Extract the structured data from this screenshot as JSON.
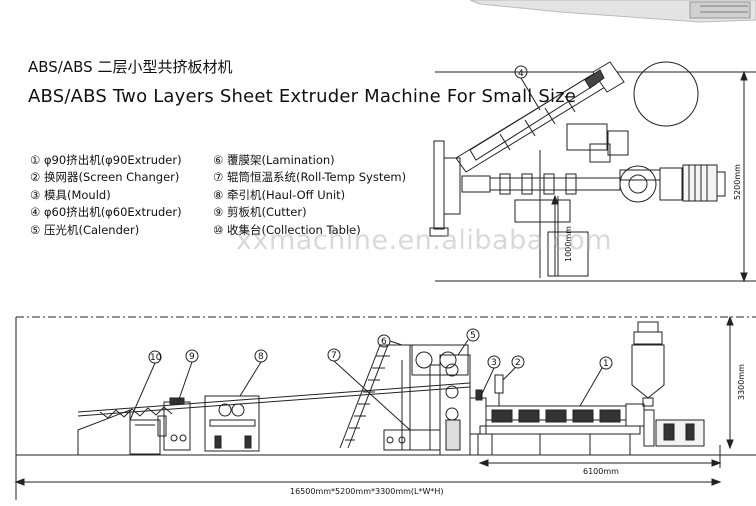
{
  "title_cn": "ABS/ABS 二层小型共挤板材机",
  "title_en": "ABS/ABS Two Layers Sheet Extruder Machine For Small Size",
  "legend": [
    {
      "mark": "①",
      "text": "φ90挤出机(φ90Extruder)"
    },
    {
      "mark": "②",
      "text": "换网器(Screen Changer)"
    },
    {
      "mark": "③",
      "text": "模具(Mould)"
    },
    {
      "mark": "④",
      "text": "φ60挤出机(φ60Extruder)"
    },
    {
      "mark": "⑤",
      "text": "压光机(Calender)"
    },
    {
      "mark": "⑥",
      "text": "覆膜架(Lamination)"
    },
    {
      "mark": "⑦",
      "text": "辊筒恒温系统(Roll-Temp System)"
    },
    {
      "mark": "⑧",
      "text": "牵引机(Haul-Off Unit)"
    },
    {
      "mark": "⑨",
      "text": "剪板机(Cutter)"
    },
    {
      "mark": "⑩",
      "text": "收集台(Collection Table)"
    }
  ],
  "watermark": "xxmachine.en.alibaba.com",
  "dimensions": {
    "height_top": "5200mm",
    "height_small": "1000mm",
    "height_side": "3300mm",
    "length_extruder": "6100mm",
    "overall": "16500mm*5200mm*3300mm(L*W*H)"
  },
  "callouts": {
    "n1": "1",
    "n2": "2",
    "n3": "3",
    "n4": "4",
    "n5": "5",
    "n6": "6",
    "n7": "7",
    "n8": "8",
    "n9": "9",
    "n10": "10"
  }
}
